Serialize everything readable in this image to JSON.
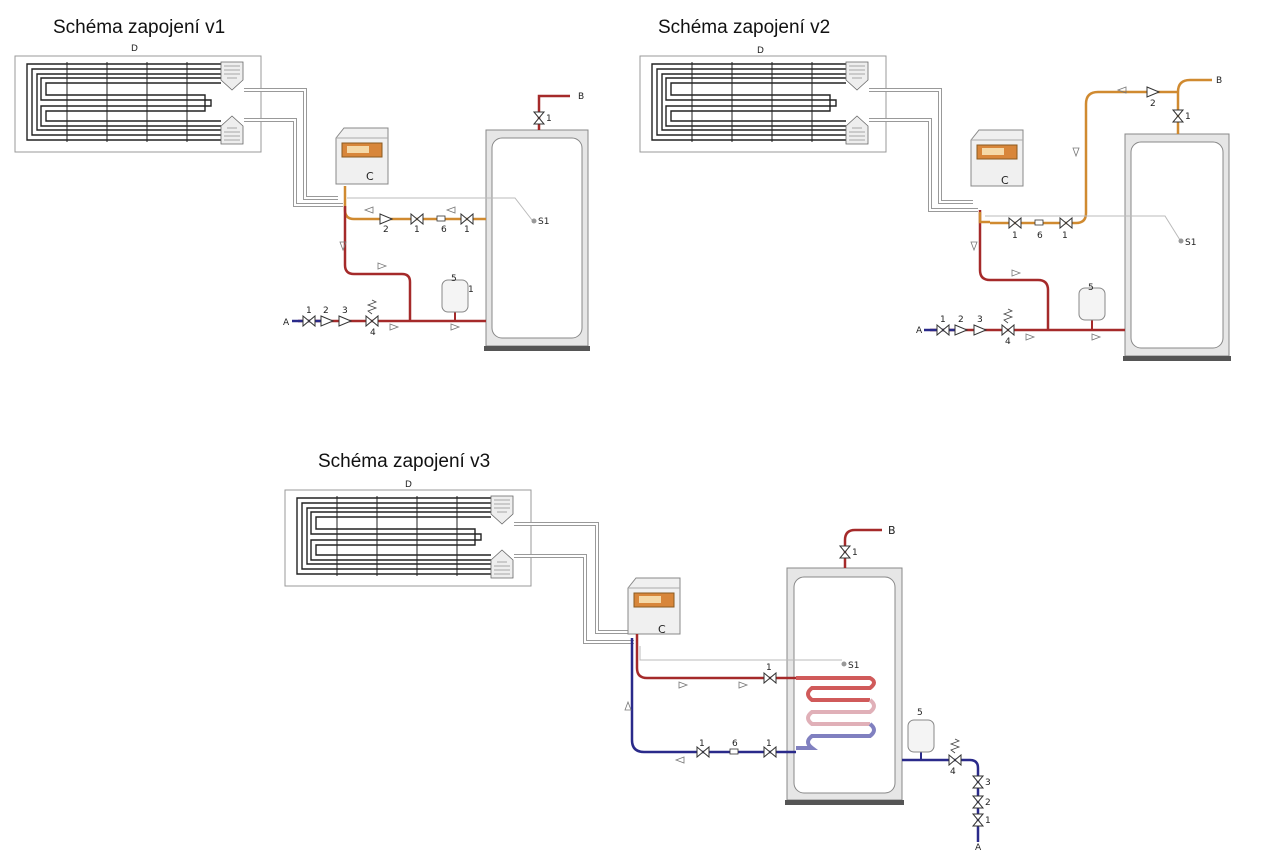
{
  "diagrams": [
    {
      "title": "Schéma zapojení v1",
      "collector": "D",
      "controller": "C",
      "sensor": "S1",
      "hot_outlet": "B",
      "cold_inlet": "A",
      "return_valves": [
        "2",
        "1",
        "6",
        "1"
      ],
      "inlet_valves": [
        "1",
        "2",
        "3",
        "4"
      ],
      "expansion_tank": "5",
      "tank_valve": "1",
      "outlet_valve": "1"
    },
    {
      "title": "Schéma zapojení v2",
      "collector": "D",
      "controller": "C",
      "sensor": "S1",
      "hot_outlet": "B",
      "cold_inlet": "A",
      "return_valves": [
        "1",
        "6",
        "1"
      ],
      "inlet_valves": [
        "1",
        "2",
        "3",
        "4"
      ],
      "expansion_tank": "5",
      "outlet_valves": [
        "2",
        "1"
      ]
    },
    {
      "title": "Schéma zapojení v3",
      "collector": "D",
      "controller": "C",
      "sensor": "S1",
      "hot_outlet": "B",
      "cold_inlet": "A",
      "flow_valve": "1",
      "return_valves": [
        "1",
        "6",
        "1"
      ],
      "inlet_valves": [
        "4",
        "3",
        "2",
        "1"
      ],
      "expansion_tank": "5",
      "outlet_valve": "1"
    }
  ],
  "colors": {
    "hot_pipe": "#a52a2a",
    "solar_pipe": "#d08a30",
    "cold_pipe": "#2a2a8a",
    "collector_line": "#222222",
    "tank_fill": "#e6e6e6"
  }
}
